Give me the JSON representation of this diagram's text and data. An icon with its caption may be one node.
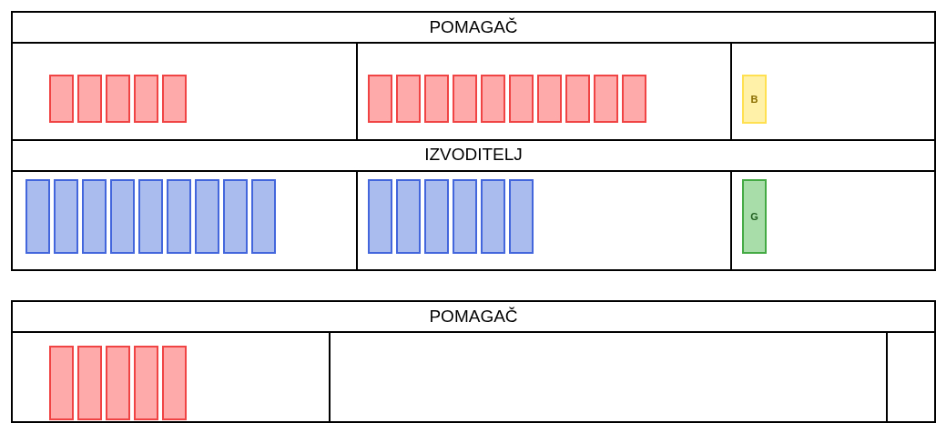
{
  "diagram": {
    "nodes": [
      {
        "text": [],
        "shape": "bar"
      },
      {
        "text": [],
        "shape": "bar"
      },
      {
        "text": [],
        "shape": "bar"
      },
      {
        "text": [],
        "shape": "bar"
      },
      {
        "text": [],
        "shape": "bar"
      },
      {
        "text": [],
        "shape": "bar"
      },
      {
        "text": [],
        "shape": "bar"
      },
      {
        "text": [],
        "shape": "bar"
      },
      {
        "text": [],
        "shape": "bar"
      },
      {
        "text": [],
        "shape": "bar"
      },
      {
        "text": [],
        "shape": "bar"
      },
      {
        "text": [],
        "shape": "bar"
      },
      {
        "text": [],
        "shape": "bar"
      },
      {
        "text": [],
        "shape": "bar"
      },
      {
        "text": [],
        "shape": "bar"
      },
      {
        "text": [
          "B"
        ]
      },
      {
        "text": [],
        "shape": "bar"
      },
      {
        "text": [],
        "shape": "bar"
      },
      {
        "text": [],
        "shape": "bar"
      },
      {
        "text": [],
        "shape": "bar"
      },
      {
        "text": [],
        "shape": "bar"
      },
      {
        "text": [],
        "shape": "bar"
      },
      {
        "text": [],
        "shape": "bar"
      },
      {
        "text": [],
        "shape": "bar"
      },
      {
        "text": [],
        "shape": "bar"
      },
      {
        "text": [],
        "shape": "bar"
      },
      {
        "text": [],
        "shape": "bar"
      },
      {
        "text": [],
        "shape": "bar"
      },
      {
        "text": [],
        "shape": "bar"
      },
      {
        "text": [],
        "shape": "bar"
      },
      {
        "text": [],
        "shape": "bar"
      },
      {
        "text": [
          "G"
        ]
      },
      {
        "text": [],
        "shape": "bar"
      },
      {
        "text": [],
        "shape": "bar"
      },
      {
        "text": [],
        "shape": "bar"
      },
      {
        "text": [],
        "shape": "bar"
      },
      {
        "text": [],
        "shape": "bar"
      }
    ],
    "edges": [],
    "labels": [
      "POMAGAČ",
      "IZVODITELJ",
      "POMAGAČ"
    ]
  }
}
